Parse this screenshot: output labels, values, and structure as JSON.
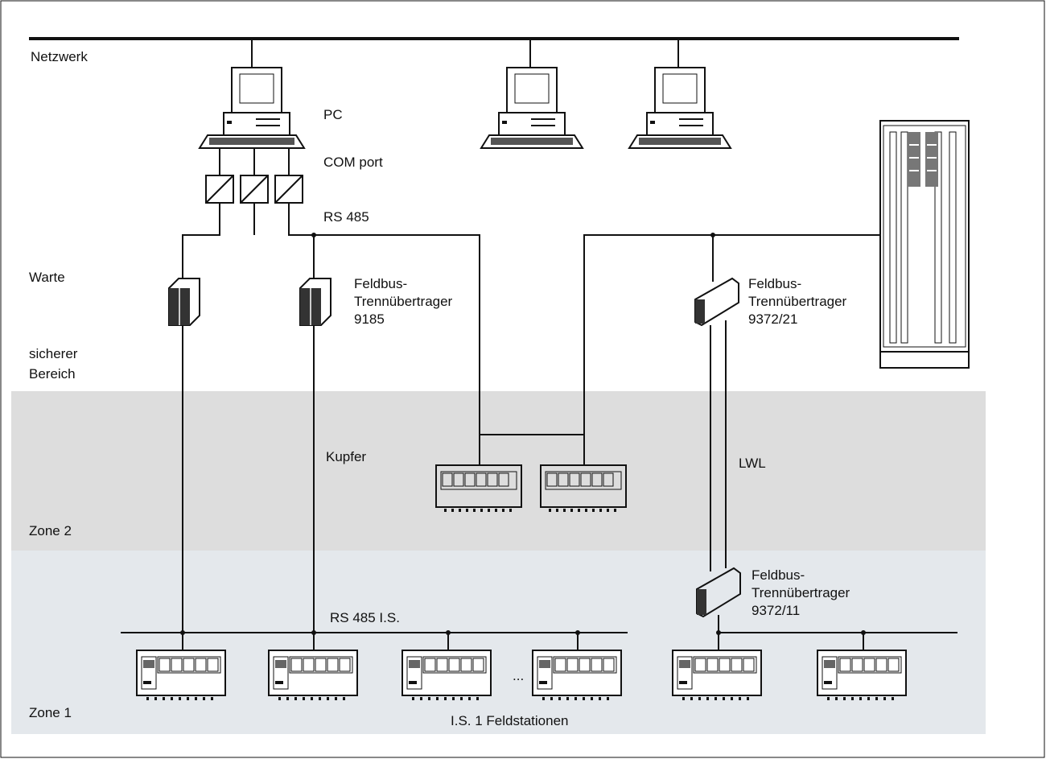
{
  "diagram": {
    "labels": {
      "netzwerk": "Netzwerk",
      "pc": "PC",
      "com_port": "COM port",
      "rs485": "RS 485",
      "warte": "Warte",
      "sicherer": "sicherer",
      "bereich": "Bereich",
      "zone2": "Zone 2",
      "zone1": "Zone 1",
      "kupfer": "Kupfer",
      "lwl": "LWL",
      "rs485_is": "RS 485 I.S.",
      "ellipsis": "...",
      "feldstationen": "I.S. 1  Feldstationen"
    },
    "isolators": [
      {
        "line1": "Feldbus-",
        "line2": "Trennübertrager",
        "line3": "9185"
      },
      {
        "line1": "Feldbus-",
        "line2": "Trennübertrager",
        "line3": "9372/21"
      },
      {
        "line1": "Feldbus-",
        "line2": "Trennübertrager",
        "line3": "9372/11"
      }
    ],
    "colors": {
      "zone2_fill": "#dddddd",
      "zone1_fill": "#e4e8ec",
      "line": "#111111"
    }
  }
}
